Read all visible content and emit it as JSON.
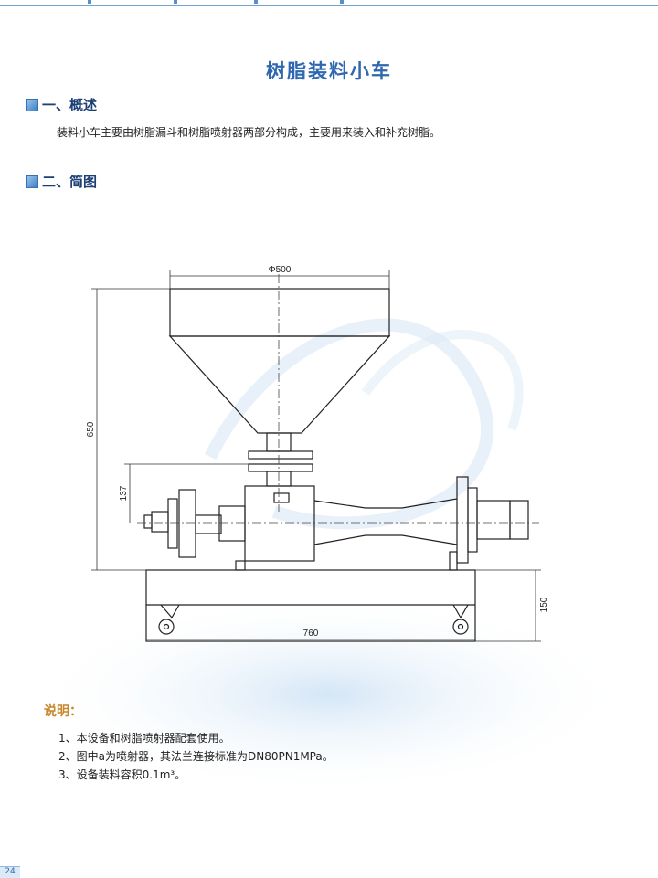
{
  "document": {
    "title": "树脂装料小车",
    "sections": [
      {
        "heading": "一、概述"
      },
      {
        "heading": "二、简图"
      }
    ],
    "overview_text": "装料小车主要由树脂漏斗和树脂喷射器两部分构成，主要用来装入和补充树脂。",
    "drawing": {
      "dim_diameter": "Φ500",
      "dim_height": "650",
      "dim_inner_height": "137",
      "dim_width": "760",
      "dim_base_height": "150"
    },
    "notes_title": "说明：",
    "notes": [
      "1、本设备和树脂喷射器配套使用。",
      "2、图中a为喷射器，其法兰连接标准为DN80PN1MPa。",
      "3、设备装料容积0.1m³。"
    ],
    "page_number": "24"
  }
}
